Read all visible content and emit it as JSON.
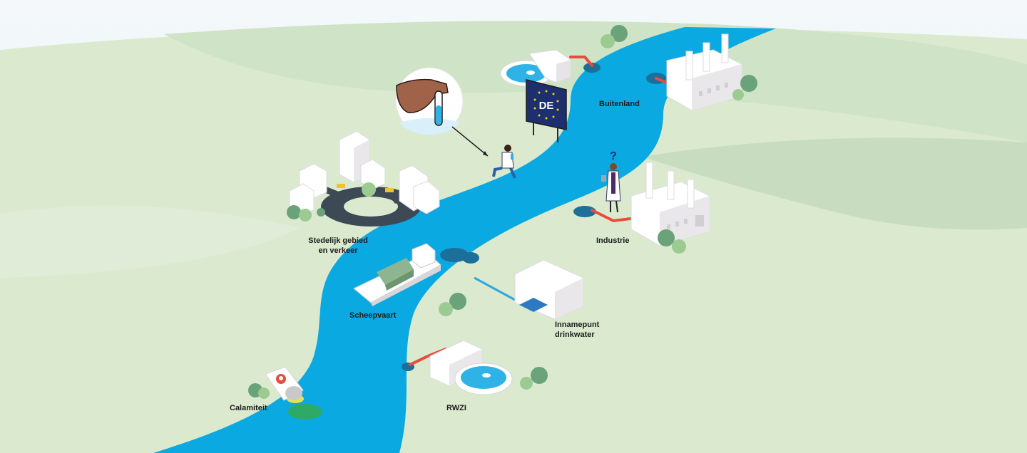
{
  "labels": {
    "buitenland": "Buitenland",
    "industrie": "Industrie",
    "stedelijk_line1": "Stedelijk gebied",
    "stedelijk_line2": "en verkeer",
    "scheepvaart": "Scheepvaart",
    "innamepunt_line1": "Innamepunt",
    "innamepunt_line2": "drinkwater",
    "calamiteit": "Calamiteit",
    "rwzi": "RWZI"
  },
  "border_sign": {
    "text": "DE"
  },
  "question_mark": "?",
  "colors": {
    "sky": "#e6f0f5",
    "land": "#dbeacf",
    "hill": "#c9dfc1",
    "river": "#0aa9e1",
    "river_dark": "#1c6f98",
    "pipe": "#e74c3c",
    "building": "#ffffff",
    "building_shade": "#d8d6d9",
    "tree_dark": "#6aa27a",
    "tree_light": "#9ccb92",
    "eu_blue": "#1d2f6f",
    "eu_star": "#f5d000",
    "spill_green": "#2dab66",
    "spill_yellow": "#e7e34a",
    "road": "#3d4a55"
  },
  "icons": {
    "hand_sample": "hand-with-test-tube-icon",
    "scientist_running": "scientist-icon",
    "scientist_question": "questioning-scientist-icon",
    "hazard": "skull-hazard-icon",
    "eu_sign": "eu-border-sign-icon"
  }
}
